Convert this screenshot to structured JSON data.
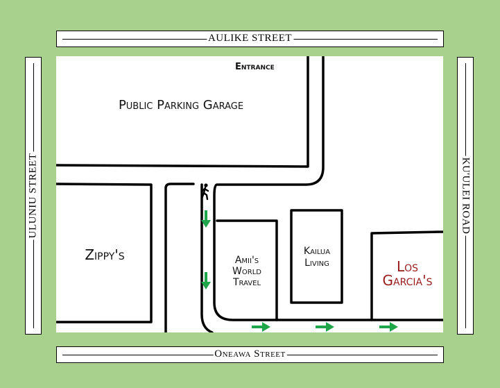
{
  "streets": {
    "top": "AULIKE STREET",
    "bottom": "Oneawa Street",
    "left": "ULUNIU STREET",
    "right": "KU'ULEI ROAD"
  },
  "labels": {
    "entrance": "Entrance",
    "garage": "Public Parking Garage",
    "zippys": "Zippy's",
    "amiis": [
      "Amii's",
      "World",
      "Travel"
    ],
    "kailua": [
      "Kailua",
      "Living"
    ],
    "los_garcias": [
      "Los",
      "Garcia's"
    ]
  },
  "colors": {
    "background": "#a9d18e",
    "arrow": "#1fa64a",
    "highlight_text": "#9b1b1b"
  },
  "icons": {
    "pedestrian": "pedestrian-icon",
    "arrow_down": "arrow-down-icon",
    "arrow_right": "arrow-right-icon"
  }
}
